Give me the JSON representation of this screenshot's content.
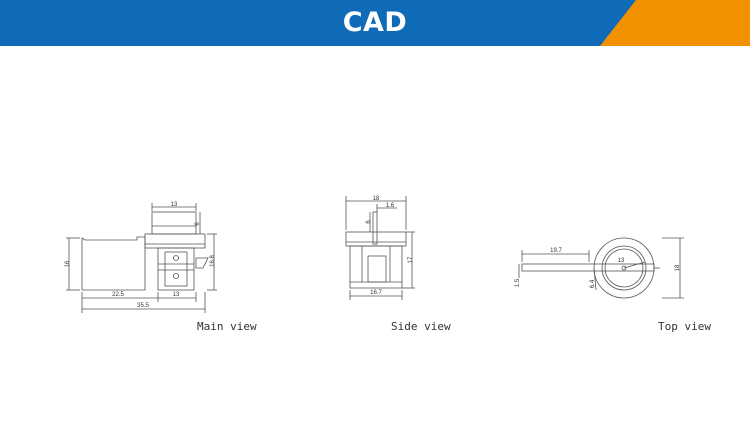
{
  "header": {
    "title": "CAD",
    "colors": {
      "primary": "#0f6bb8",
      "accent": "#f39200"
    }
  },
  "views": {
    "main": {
      "label": "Main view",
      "dims": {
        "d13_top": "13",
        "d6": "6",
        "d16": "16",
        "d168": "16.8",
        "d225": "22.5",
        "d13_bottom": "13",
        "d355": "35.5"
      }
    },
    "side": {
      "label": "Side view",
      "dims": {
        "d18": "18",
        "d16_small": "1.6",
        "d6": "6",
        "d17": "17",
        "d167": "16.7"
      }
    },
    "top": {
      "label": "Top view",
      "dims": {
        "d197": "19.7",
        "d13": "13",
        "d18": "18",
        "d15": "1.5",
        "d64": "6.4"
      }
    }
  },
  "line_color": "#555555"
}
